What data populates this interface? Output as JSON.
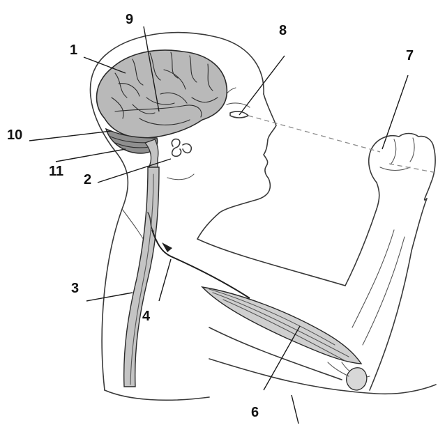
{
  "labels": {
    "l1": "1",
    "l2": "2",
    "l3": "3",
    "l4": "4",
    "l6": "6",
    "l7": "7",
    "l8": "8",
    "l9": "9",
    "l10": "10",
    "l11": "11"
  },
  "colors": {
    "brain": "#b9b9b9",
    "cerebellum": "#8f8f8f",
    "spinal_cord": "#c4c4c4",
    "muscle": "#cfcfcf",
    "outline": "#3a3a3a"
  }
}
